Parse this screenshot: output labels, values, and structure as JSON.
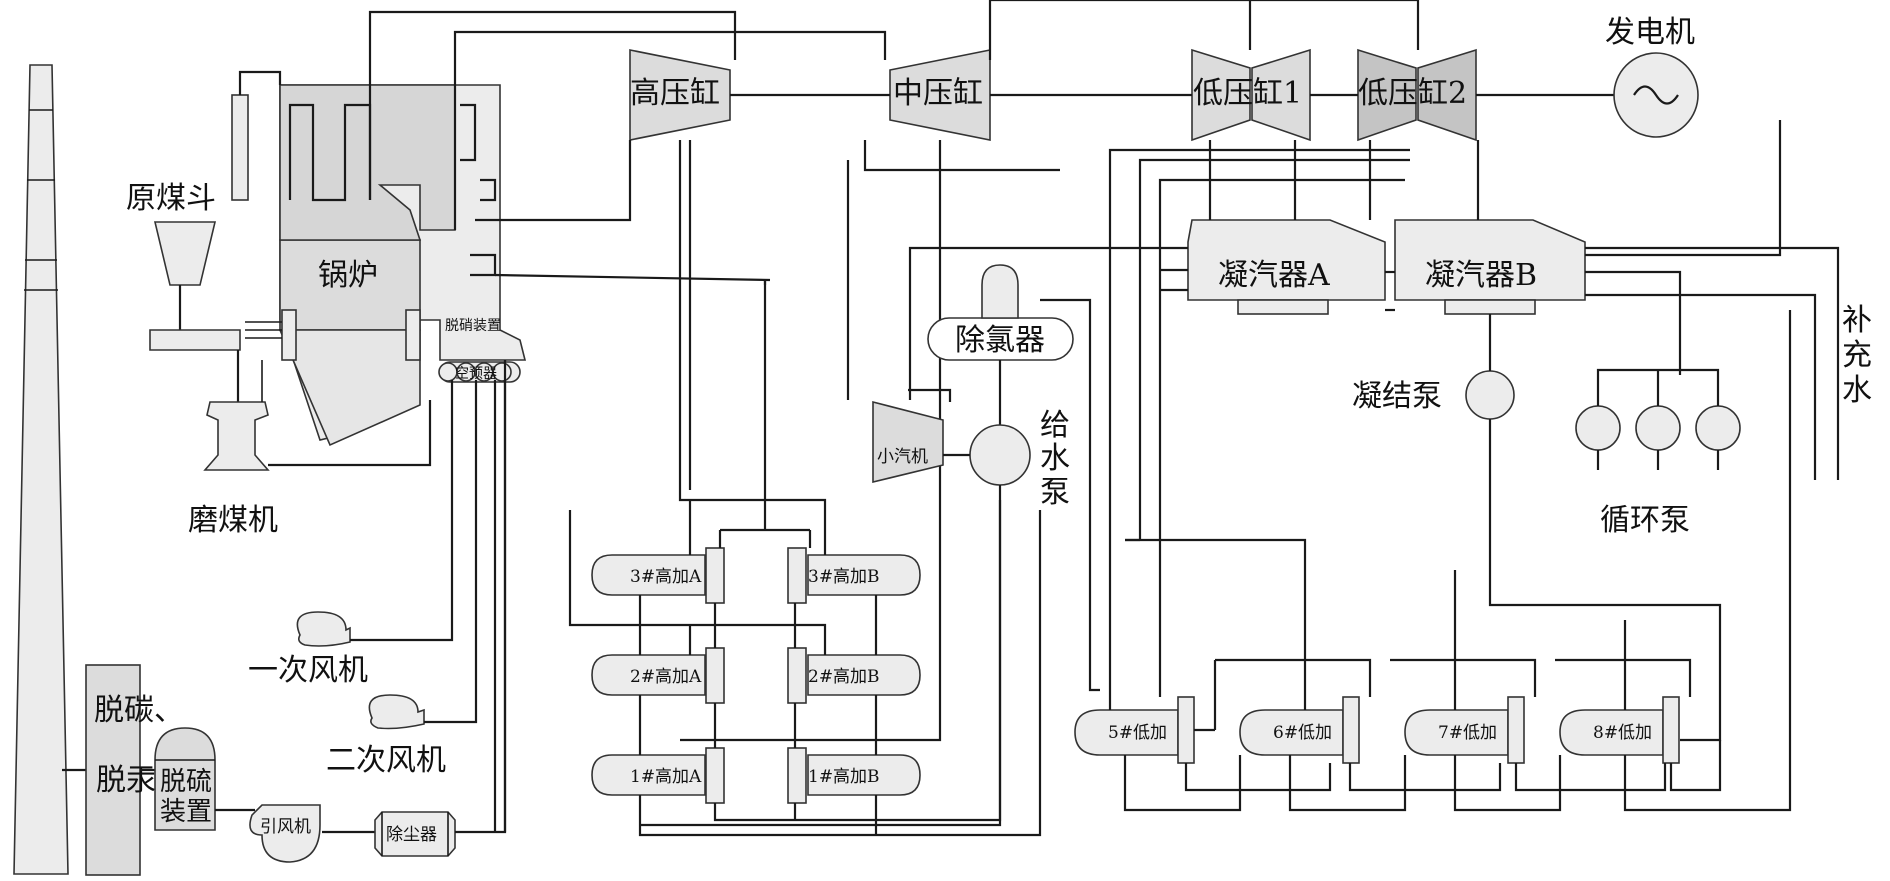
{
  "labels": {
    "yuanmeidou": "原煤斗",
    "guolu": "锅炉",
    "tuoxiao": "脱硝装置",
    "kongyuqi": "空预器",
    "momeiji": "磨煤机",
    "yicifengji": "一次风机",
    "ercifengji": "二次风机",
    "tuotan_line1": "脱碳、",
    "tuotan_line2": "脱汞",
    "tuoliu_line1": "脱硫",
    "tuoliu_line2": "装置",
    "yinfengji": "引风机",
    "chuchenqi": "除尘器",
    "gaoyagang": "高压缸",
    "zhongyagang": "中压缸",
    "diyagang1": "低压缸1",
    "diyagang2": "低压缸2",
    "fadianji": "发电机",
    "ningqiqiA": "凝汽器A",
    "ningqiqiB": "凝汽器B",
    "chuyangqi": "除氯器",
    "xiaoqiji": "小汽机",
    "geishuibeng_1": "给",
    "geishuibeng_2": "水",
    "geishuibeng_3": "泵",
    "ningjiebeng": "凝结泵",
    "xunhuanbeng": "循环泵",
    "buchongshui_1": "补",
    "buchongshui_2": "充",
    "buchongshui_3": "水",
    "h3A": "3#高加A",
    "h3B": "3#高加B",
    "h2A": "2#高加A",
    "h2B": "2#高加B",
    "h1A": "1#高加A",
    "h1B": "1#高加B",
    "l5": "5#低加",
    "l6": "6#低加",
    "l7": "7#低加",
    "l8": "8#低加"
  }
}
